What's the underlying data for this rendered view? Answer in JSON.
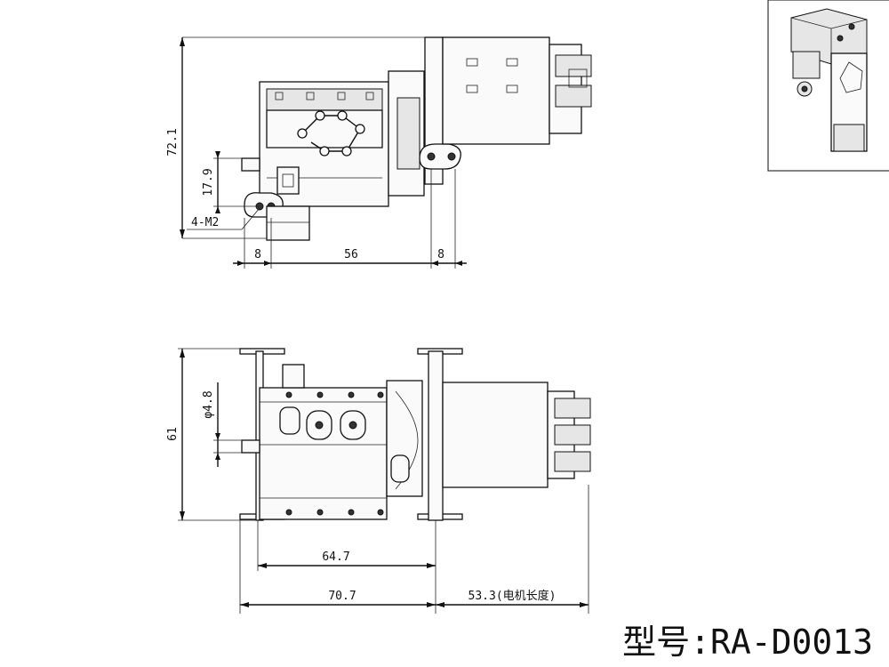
{
  "top_view": {
    "dim_height": "72.1",
    "dim_offset": "17.9",
    "dim_holes": "4-M2",
    "dim_left": "8",
    "dim_mid": "56",
    "dim_right": "8"
  },
  "bottom_view": {
    "dim_height": "61",
    "dim_shaft": "φ4.8",
    "dim_body": "64.7",
    "dim_total": "70.7",
    "dim_motor": "53.3(电机长度)"
  },
  "model": {
    "label": "型号:RA-D0013"
  },
  "thumbnail": {
    "icon": "gearbox-3d-icon"
  }
}
